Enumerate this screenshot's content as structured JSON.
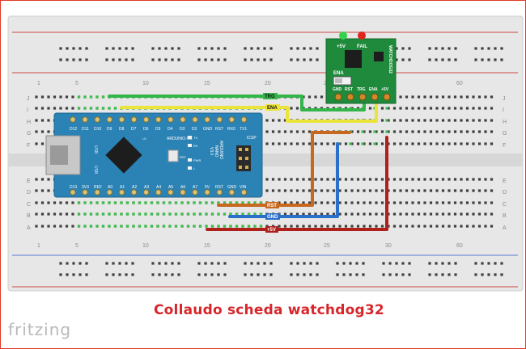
{
  "caption": "Collaudo scheda watchdog32",
  "logo": "fritzing",
  "breadboard": {
    "column_numbers": [
      "1",
      "5",
      "10",
      "15",
      "20",
      "25",
      "30",
      "60"
    ],
    "row_letters_top": [
      "J",
      "I",
      "H",
      "G",
      "F"
    ],
    "row_letters_bottom": [
      "E",
      "D",
      "C",
      "B",
      "A"
    ]
  },
  "arduino": {
    "brand": "ARDUINO.CC",
    "model_line1": "ARDUINO",
    "model_line2": "NANO",
    "model_line3": "V3.0",
    "usb_label": "USB",
    "ic_label": "U1",
    "reset_label": "RST",
    "icsp_label": "ICSP",
    "led_labels": [
      "TX",
      "RX",
      "PWR",
      "L"
    ],
    "top_pins": [
      "D12",
      "D11",
      "D10",
      "D9",
      "D8",
      "D7",
      "D6",
      "D5",
      "D4",
      "D3",
      "D2",
      "GND",
      "RST",
      "RX0",
      "TX1"
    ],
    "bottom_pins": [
      "D13",
      "3V3",
      "REF",
      "A0",
      "A1",
      "A2",
      "A3",
      "A4",
      "A5",
      "A6",
      "A7",
      "5V",
      "RST",
      "GND",
      "VIN"
    ]
  },
  "watchdog": {
    "title": "WATCHDOG32",
    "led_power": "+5V",
    "led_fail": "FAIL",
    "switch_label": "ENA",
    "pins": [
      "GND",
      "RST",
      "TRG",
      "ENA",
      "+5V"
    ],
    "colors": {
      "board": "#1f8a3b",
      "led_power": "#32d24a",
      "led_fail": "#e0251d"
    }
  },
  "wires": [
    {
      "label": "TRG",
      "color": "#33b54a"
    },
    {
      "label": "ENA",
      "color": "#ece43a"
    },
    {
      "label": "RST",
      "color": "#c8681e"
    },
    {
      "label": "GND",
      "color": "#2a6fc9"
    },
    {
      "label": "+5V",
      "color": "#b0201b"
    }
  ]
}
